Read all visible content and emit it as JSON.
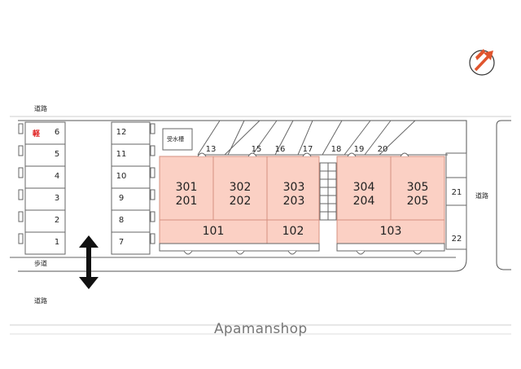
{
  "labels": {
    "road_top": "道路",
    "road_bottom": "道路",
    "road_right": "道路",
    "sidewalk": "歩道",
    "water_tank": "受水槽",
    "kei": "軽",
    "brand": "Apamanshop"
  },
  "parking_left": [
    "6",
    "5",
    "4",
    "3",
    "2",
    "1"
  ],
  "parking_mid": [
    "12",
    "11",
    "10",
    "9",
    "8",
    "7"
  ],
  "parking_top": [
    "13",
    "15",
    "16",
    "17",
    "18",
    "19",
    "20"
  ],
  "parking_right": [
    "21",
    "22"
  ],
  "units_upper": [
    "301",
    "302",
    "303",
    "304",
    "305"
  ],
  "units_lower": [
    "201",
    "202",
    "203",
    "204",
    "205"
  ],
  "units_ground": [
    "101",
    "102",
    "103"
  ],
  "colors": {
    "building": "#fbd0c4",
    "building_line": "#e8a898",
    "compass": "#e0552e"
  },
  "icons": {
    "compass": "north-compass-icon",
    "arrow": "double-arrow-icon"
  }
}
